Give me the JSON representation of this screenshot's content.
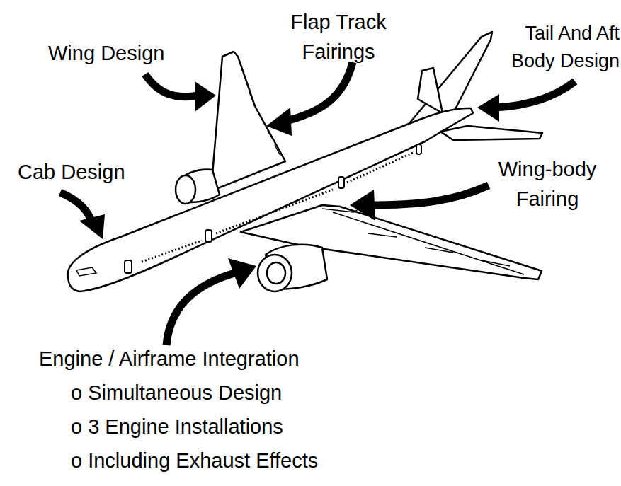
{
  "diagram": {
    "labels": [
      "Wing Design",
      "Flap Track Fairings",
      "Tail And Aft Body Design",
      "Cab Design",
      "Wing-body Fairing",
      "Engine / Airframe Integration",
      "o Simultaneous Design",
      "o 3 Engine Installations",
      "o Including Exhaust Effects"
    ]
  }
}
